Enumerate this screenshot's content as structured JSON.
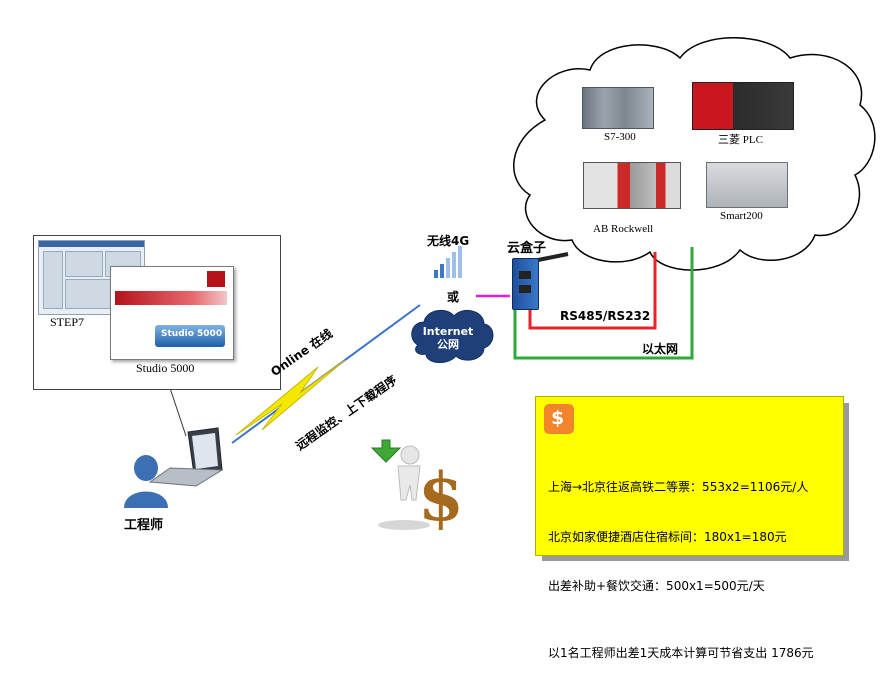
{
  "software": {
    "step7_label": "STEP7",
    "studio_label": "Studio 5000",
    "studio_splash_title": "Studio 5000"
  },
  "engineer": {
    "label": "工程师"
  },
  "connection": {
    "online_label": "Online 在线",
    "remote_label": "远程监控、上下载程序"
  },
  "network": {
    "wireless_label": "无线4G",
    "or_label": "或",
    "internet_label_line1": "Internet",
    "internet_label_line2": "公网"
  },
  "cloudbox": {
    "label": "云盒子"
  },
  "links": {
    "serial_label": "RS485/RS232",
    "ethernet_label": "以太网",
    "serial_color": "#e8222a",
    "ethernet_color": "#2eaa3a",
    "wireless_link_color": "#e020d0"
  },
  "devices": {
    "s7_300": "S7-300",
    "mitsubishi": "三菱 PLC",
    "ab": "AB Rockwell",
    "smart200": "Smart200"
  },
  "cost_box": {
    "line1": "上海→北京往返高铁二等票：553x2=1106元/人",
    "line2": "北京如家便捷酒店住宿标间：180x1=180元",
    "line3": "出差补助+餐饮交通：500x1=500元/天",
    "total": "以1名工程师出差1天成本计算可节省支出 1786元",
    "background": "#ffff00",
    "pin_color": "#f2852c"
  },
  "icons": [
    "signal-bars-icon",
    "internet-cloud-icon",
    "lightning-icon",
    "laptop-icon",
    "user-icon",
    "down-arrow-icon",
    "dollar-icon",
    "location-pin-icon"
  ]
}
